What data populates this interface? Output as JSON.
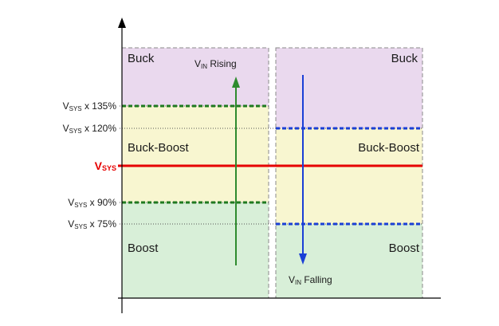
{
  "levels": [
    {
      "prefix": "V",
      "sub": "SYS",
      "suffix": " x 135%"
    },
    {
      "prefix": "V",
      "sub": "SYS",
      "suffix": " x 120%"
    },
    {
      "prefix": "V",
      "sub": "SYS",
      "suffix": " x 90%"
    },
    {
      "prefix": "V",
      "sub": "SYS",
      "suffix": " x 75%"
    }
  ],
  "vsys": {
    "prefix": "V",
    "sub": "SYS"
  },
  "left_panel": {
    "buck": "Buck",
    "buck_boost": "Buck-Boost",
    "boost": "Boost",
    "arrow": {
      "prefix": "V",
      "sub": "IN",
      "suffix": " Rising"
    }
  },
  "right_panel": {
    "buck": "Buck",
    "buck_boost": "Buck-Boost",
    "boost": "Boost",
    "arrow": {
      "prefix": "V",
      "sub": "IN",
      "suffix": " Falling"
    }
  },
  "colors": {
    "buck": "#ead9ee",
    "buck_boost": "#f8f6d0",
    "boost": "#d8efd8",
    "rising_line": "#1f7a1f",
    "falling_line": "#1a3fd6",
    "rising_arrow": "#2e8b2e",
    "falling_arrow": "#1a3fd6",
    "vsys_line": "#e60000",
    "panel_border": "#8a8a8a"
  }
}
